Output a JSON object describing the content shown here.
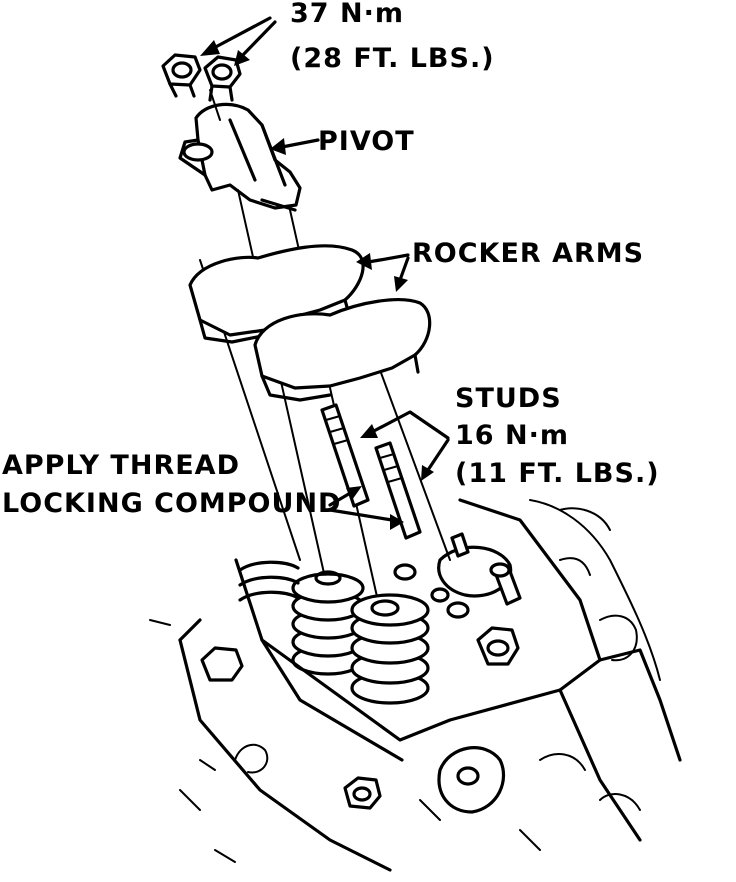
{
  "labels": {
    "torque_nm": "37 N·m",
    "torque_ftlbs": "(28 FT. LBS.)",
    "pivot": "PIVOT",
    "rocker_arms": "ROCKER ARMS",
    "studs": "STUDS",
    "studs_nm": "16 N·m",
    "studs_ftlbs": "(11 FT. LBS.)",
    "apply_line1": "APPLY THREAD",
    "apply_line2": "LOCKING COMPOUND"
  },
  "colors": {
    "ink": "#000000",
    "paper": "#ffffff"
  }
}
